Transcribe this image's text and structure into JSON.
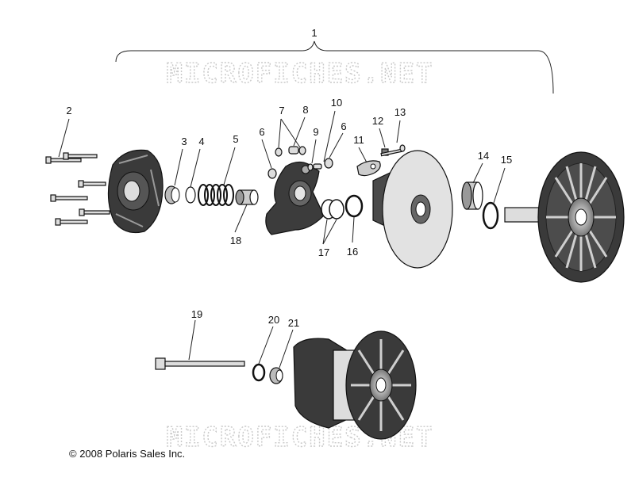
{
  "watermark": {
    "text": "MICROFICHES.NET"
  },
  "copyright": "© 2008 Polaris Sales Inc.",
  "callouts": {
    "c1": "1",
    "c2": "2",
    "c3": "3",
    "c4": "4",
    "c5": "5",
    "c6a": "6",
    "c6b": "6",
    "c7": "7",
    "c8": "8",
    "c9": "9",
    "c10": "10",
    "c11": "11",
    "c12": "12",
    "c13": "13",
    "c14": "14",
    "c15": "15",
    "c16": "16",
    "c17": "17",
    "c18": "18",
    "c19": "19",
    "c20": "20",
    "c21": "21"
  }
}
